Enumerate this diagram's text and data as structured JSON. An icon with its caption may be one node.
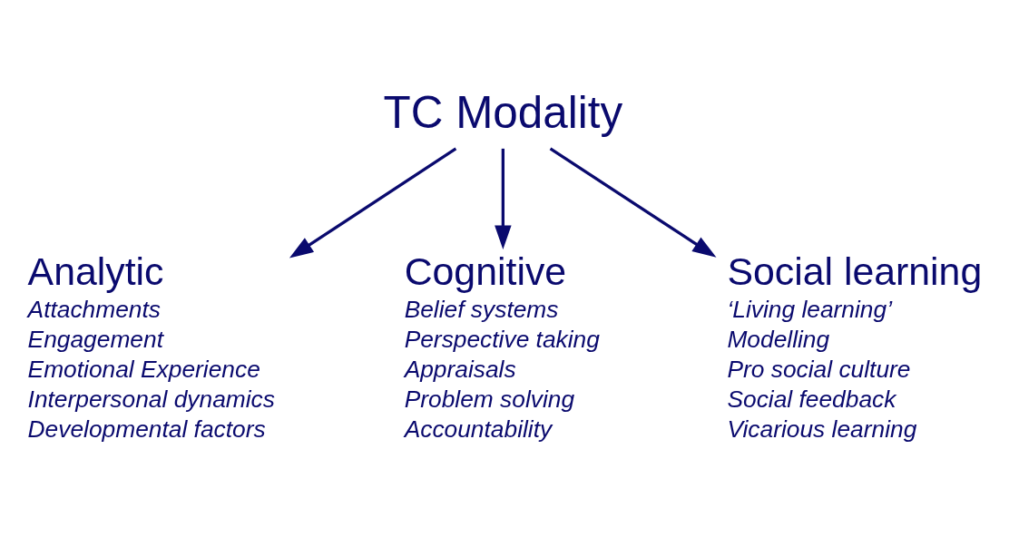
{
  "diagram": {
    "nodes": [
      {
        "text": [
          "TC Modality"
        ]
      },
      {
        "text": [
          "Analytic",
          "Attachments",
          "Engagement",
          "Emotional Experience",
          "Interpersonal dynamics",
          "Developmental factors"
        ]
      },
      {
        "text": [
          "Cognitive",
          "Belief systems",
          "Perspective taking",
          "Appraisals",
          "Problem solving",
          "Accountability"
        ]
      },
      {
        "text": [
          "Social learning",
          "‘Living learning’",
          "Modelling",
          "Pro social culture",
          "Social feedback",
          "Vicarious learning"
        ]
      }
    ],
    "edges": [
      {
        "from": 0,
        "to": 1,
        "arrow": "to"
      },
      {
        "from": 0,
        "to": 2,
        "arrow": "to"
      },
      {
        "from": 0,
        "to": 3,
        "arrow": "to"
      }
    ]
  }
}
